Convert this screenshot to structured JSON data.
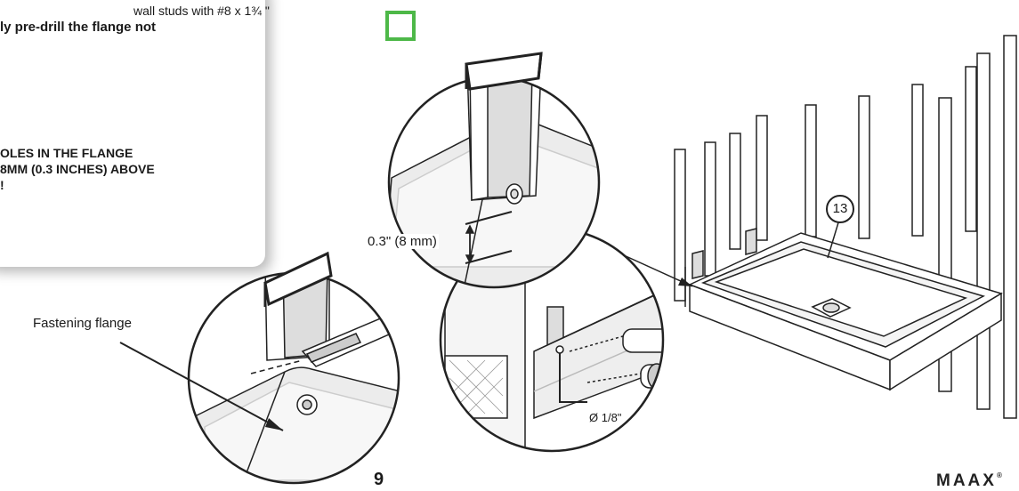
{
  "instructions": {
    "line1": "wall studs with #8 x 1¾ \"",
    "line2": "ly pre-drill the flange not",
    "warning_line1": "OLES IN THE FLANGE",
    "warning_line2": "8MM (0.3 INCHES) ABOVE",
    "warning_line3": "!"
  },
  "labels": {
    "fastening_flange": "Fastening flange",
    "distance": "0.3\" (8 mm)",
    "drill_size": "Ø 1/8\"",
    "callout_number": "13"
  },
  "footer": {
    "page_number": "9",
    "brand": "MAAX",
    "brand_mark": "®"
  },
  "colors": {
    "checkbox_border": "#4db848",
    "line_art": "#222222",
    "flange_gray": "#e6e6e6"
  }
}
